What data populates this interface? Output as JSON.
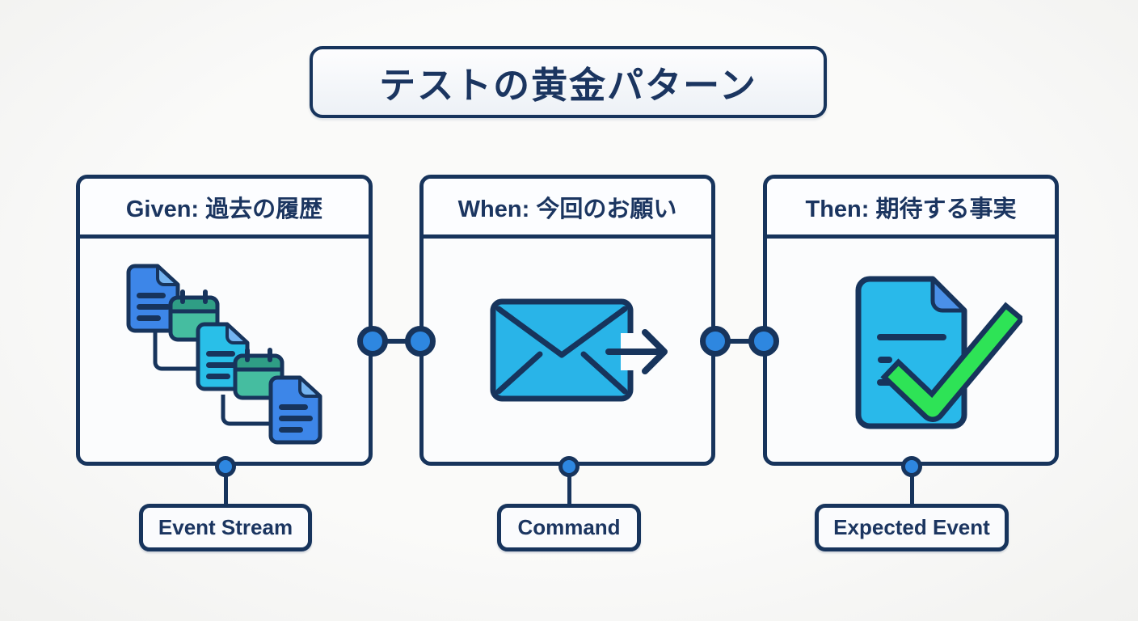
{
  "title": "テストの黄金パターン",
  "panels": [
    {
      "id": "given",
      "header": "Given: 過去の履歴",
      "label": "Event Stream",
      "icon": "event-stream-documents-icon"
    },
    {
      "id": "when",
      "header": "When: 今回のお願い",
      "label": "Command",
      "icon": "envelope-send-icon"
    },
    {
      "id": "then",
      "header": "Then: 期待する事実",
      "label": "Expected Event",
      "icon": "document-check-icon"
    }
  ],
  "colors": {
    "outline_navy": "#17345c",
    "text_navy": "#1b3560",
    "document_blue": "#3d86e8",
    "document_cyan": "#29bfe8",
    "calendar_teal": "#45bda0",
    "calendar_teal_dark": "#2f9e85",
    "envelope_cyan": "#29b4e8",
    "check_green": "#2ee356",
    "node_blue": "#2e87e0",
    "panel_bg": "#fbfcfd",
    "page_bg": "#f8f8f6"
  }
}
